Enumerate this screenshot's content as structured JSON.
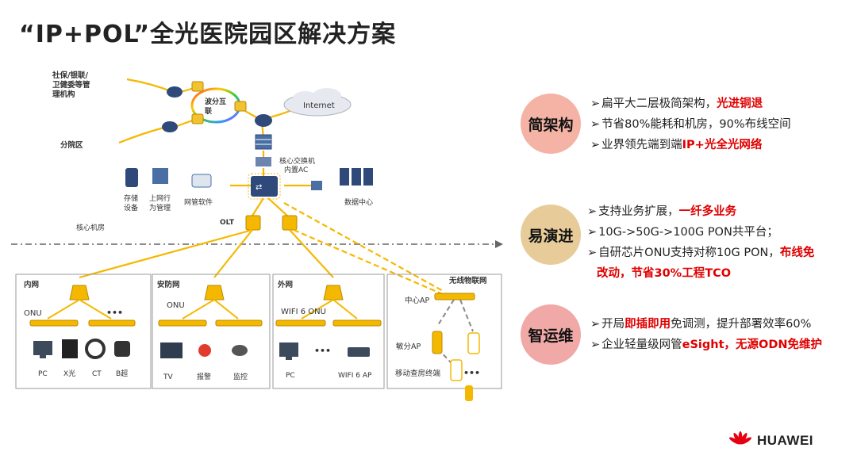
{
  "title": "“IP+POL”全光医院园区解决方案",
  "diagram": {
    "labels": {
      "social": "社保/银联/",
      "social2": "卫健委等管",
      "social3": "理机构",
      "branch": "分院区",
      "wdm": "波分互",
      "wdm2": "联",
      "internet": "Internet",
      "core_switch": "核心交换机",
      "core_switch2": "内置AC",
      "storage": "存储",
      "storage2": "设备",
      "behavior": "上网行",
      "behavior2": "为管理",
      "nms": "网管软件",
      "datacenter": "数据中心",
      "core_room": "核心机房",
      "olt": "OLT",
      "intranet": "内网",
      "onu": "ONU",
      "dots": "•••",
      "pc": "PC",
      "xray": "X光",
      "ct": "CT",
      "bultra": "B超",
      "security": "安防网",
      "onu2": "ONU",
      "tv": "TV",
      "alarm": "报警",
      "monitor": "监控",
      "extranet": "外网",
      "wifi_onu": "WIFI 6 ONU",
      "pc2": "PC",
      "dots2": "•••",
      "wifi_ap": "WIFI 6 AP",
      "iot": "无线物联网",
      "center_ap": "中心AP",
      "agile_ap": "敏分AP",
      "mobile": "移动查房终端",
      "dots3": "•••"
    }
  },
  "panels": [
    {
      "circle": "简架构",
      "color": "#f4b3a5",
      "items": [
        {
          "prefix": "扁平大二层极简架构，",
          "red": "光进铜退",
          "suffix": ""
        },
        {
          "prefix": "节省80%能耗和机房，90%布线空间",
          "red": "",
          "suffix": ""
        },
        {
          "prefix": "业界领先端到端",
          "red": "IP+光全光网络",
          "suffix": ""
        }
      ]
    },
    {
      "circle": "易演进",
      "color": "#e7cc9a",
      "items": [
        {
          "prefix": "支持业务扩展，",
          "red": "一纤多业务",
          "suffix": ""
        },
        {
          "prefix": "10G->50G->100G PON共平台；",
          "red": "",
          "suffix": ""
        },
        {
          "prefix": "自研芯片ONU支持对称10G PON，",
          "red": "布线免",
          "suffix": ""
        },
        {
          "prefix": "",
          "red": "改动，节省30%工程TCO",
          "suffix": ""
        }
      ]
    },
    {
      "circle": "智运维",
      "color": "#f0a9a7",
      "items": [
        {
          "prefix": "开局",
          "red": "即插即用",
          "suffix": "免调测，提升部署效率60%"
        },
        {
          "prefix": "企业轻量级网管",
          "red": "eSight，无源ODN免维护",
          "suffix": ""
        }
      ]
    }
  ],
  "logo": "HUAWEI",
  "colors": {
    "fiber": "#f5b800",
    "copper": "#e8a800",
    "grey_link": "#888888"
  }
}
